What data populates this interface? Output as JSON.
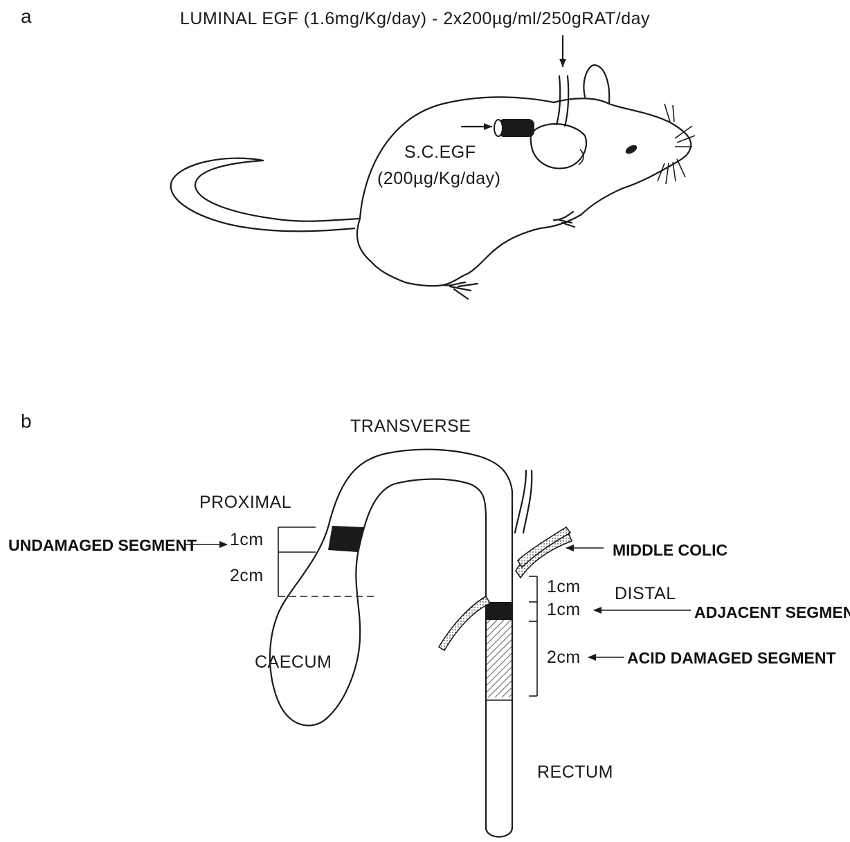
{
  "panel_a": {
    "letter": "a",
    "luminal_label": "LUMINAL EGF (1.6mg/Kg/day) - 2x200µg/ml/250gRAT/day",
    "sc_label_line1": "S.C.EGF",
    "sc_label_line2": "(200µg/Kg/day)"
  },
  "panel_b": {
    "letter": "b",
    "transverse": "TRANSVERSE",
    "proximal": "PROXIMAL",
    "undamaged_segment": "UNDAMAGED SEGMENT",
    "prox_1cm": "1cm",
    "prox_2cm": "2cm",
    "caecum": "CAECUM",
    "middle_colic": "MIDDLE COLIC",
    "distal": "DISTAL",
    "dist_1cm_a": "1cm",
    "dist_1cm_b": "1cm",
    "adjacent_segment": "ADJACENT SEGMENT",
    "dist_2cm": "2cm",
    "acid_damaged_segment": "ACID DAMAGED SEGMENT",
    "rectum": "RECTUM"
  }
}
